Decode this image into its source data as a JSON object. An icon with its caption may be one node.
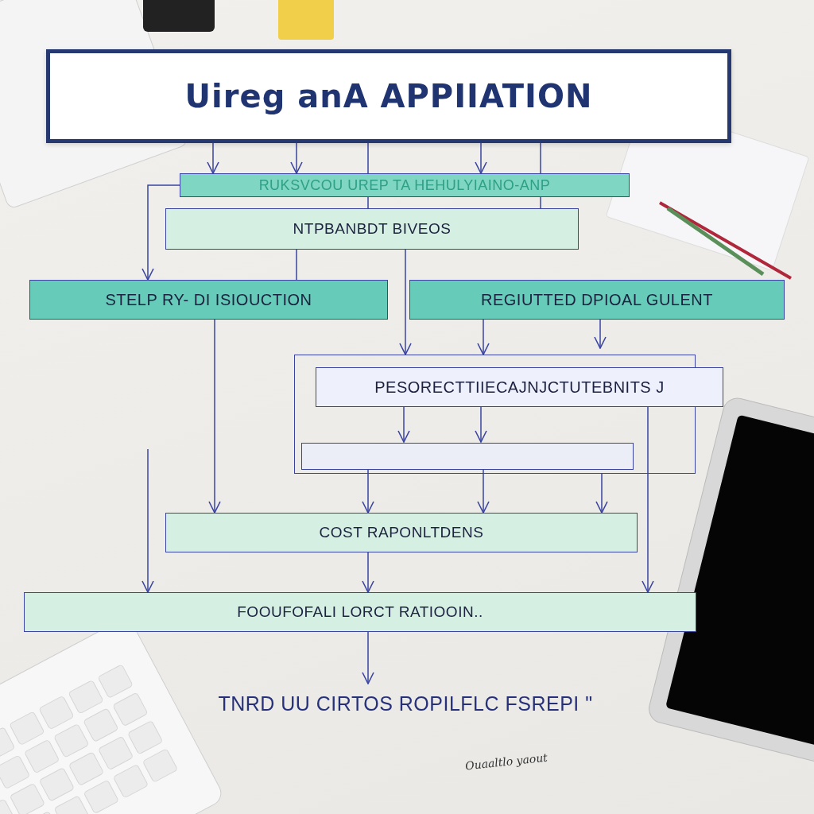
{
  "diagram": {
    "nodes": [
      {
        "text": [
          "Uireg anA APPIIATION"
        ]
      },
      {
        "text": [
          "RUKSVCOU UREP TA HEHULYIAINO-ANP"
        ]
      },
      {
        "text": [
          "NTPBANBDT BIVEOS"
        ]
      },
      {
        "text": [
          "STELP RY- DI ISIOUCTION"
        ]
      },
      {
        "text": [
          "REGIUTTED DPIOAL GULENT"
        ]
      },
      {
        "text": [],
        "shape": "box"
      },
      {
        "text": [
          "PESORECTTIIECAJNJCTUTEBNITS J"
        ]
      },
      {
        "text": [],
        "shape": "bar",
        "in": 5
      },
      {
        "text": [
          "COST RAPONLTDENS"
        ]
      },
      {
        "text": [
          "FOOUFOFALI LORCT RATIOOIN.."
        ]
      },
      {
        "text": [
          "TNRD UU CIRTOS ROPILFLC FSREPI \""
        ]
      }
    ],
    "edges": [
      {
        "from": 0,
        "to": 1,
        "arrow": "to"
      },
      {
        "from": 0,
        "to": 1,
        "arrow": "to"
      },
      {
        "from": 0,
        "to": 1,
        "arrow": "to"
      },
      {
        "from": 0,
        "to": 1,
        "arrow": "none"
      },
      {
        "from": 0,
        "to": 1,
        "arrow": "none"
      },
      {
        "from": 1,
        "to": 3,
        "arrow": "to"
      },
      {
        "from": 2,
        "to": 3,
        "arrow": "none"
      },
      {
        "from": 2,
        "to": 5,
        "arrow": "to"
      },
      {
        "from": 4,
        "to": 5,
        "arrow": "to"
      },
      {
        "from": 4,
        "to": 5,
        "arrow": "to"
      },
      {
        "from": 3,
        "to": 8,
        "arrow": "to"
      },
      {
        "from": 6,
        "to": 7,
        "arrow": "to"
      },
      {
        "from": 6,
        "to": 7,
        "arrow": "to"
      },
      {
        "from": 7,
        "to": 8,
        "arrow": "to"
      },
      {
        "from": 7,
        "to": 8,
        "arrow": "to"
      },
      {
        "from": 5,
        "to": 8,
        "arrow": "to"
      },
      {
        "from": 6,
        "to": 9,
        "arrow": "to"
      },
      {
        "from": null,
        "to": 9,
        "arrow": "to"
      },
      {
        "from": 8,
        "to": 9,
        "arrow": "to"
      },
      {
        "from": 9,
        "to": 10,
        "arrow": "to"
      },
      {
        "from": 1,
        "to": 2,
        "arrow": "none"
      },
      {
        "from": 1,
        "to": 2,
        "arrow": "none"
      }
    ],
    "labels": [
      "Ouaaltlo yaout"
    ]
  }
}
